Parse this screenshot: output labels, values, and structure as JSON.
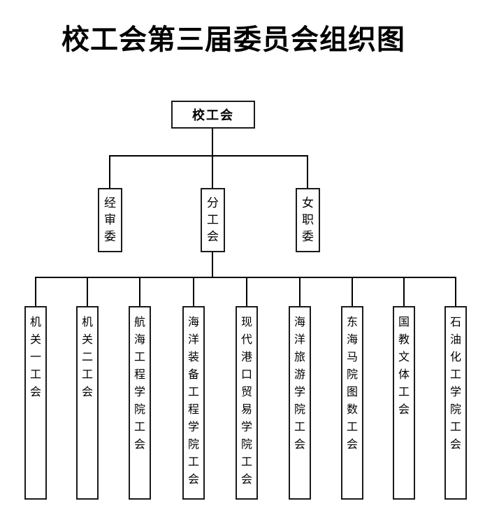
{
  "title": "校工会第三届委员会组织图",
  "tree": {
    "root": {
      "label": "校工会"
    },
    "level2": [
      {
        "label": "经审委"
      },
      {
        "label": "分工会"
      },
      {
        "label": "女职委"
      }
    ],
    "level3": [
      {
        "label": "机关一工会"
      },
      {
        "label": "机关二工会"
      },
      {
        "label": "航海工程学院工会"
      },
      {
        "label": "海洋装备工程学院工会"
      },
      {
        "label": "现代港口贸易学院工会"
      },
      {
        "label": "海洋旅游学院工会"
      },
      {
        "label": "东海马院图数工会"
      },
      {
        "label": "国教文体工会"
      },
      {
        "label": "石油化工学院工会"
      }
    ]
  },
  "colors": {
    "line": "#000000",
    "box_border": "#1a1a1a",
    "text": "#000000",
    "background": "#ffffff"
  }
}
